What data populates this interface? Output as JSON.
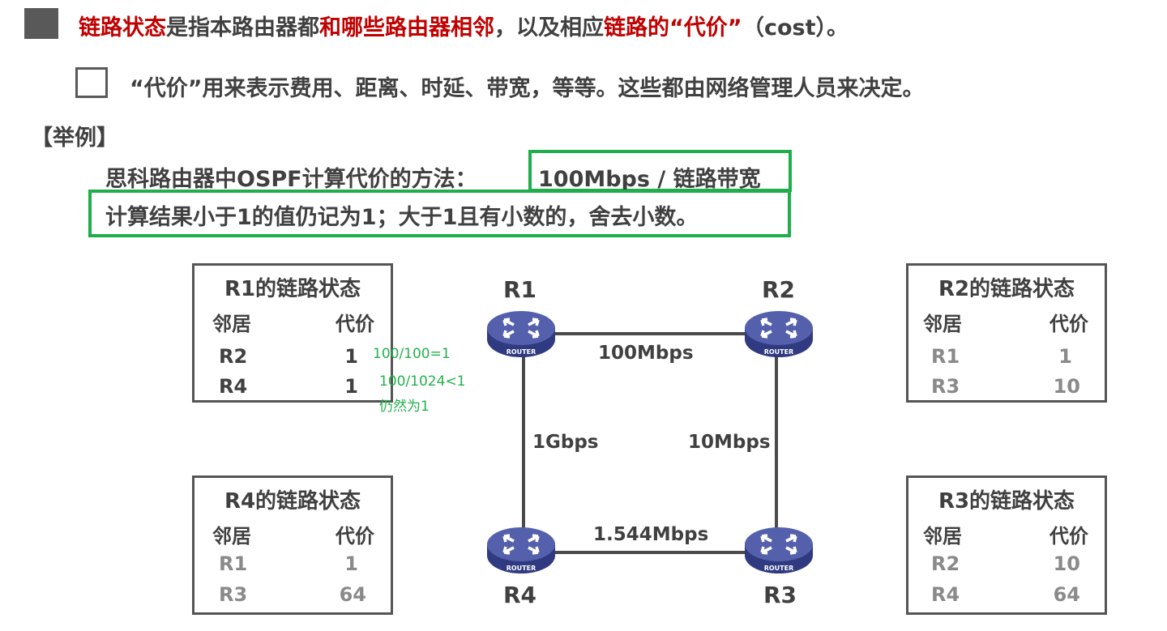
{
  "line1": {
    "p1": "链路状态",
    "p2": "是指本路由器都",
    "p3": "和哪些路由器相邻",
    "p4": "，以及相应",
    "p5": "链路的“代价”",
    "p6": "（cost）。"
  },
  "line2": "“代价”用来表示费用、距离、时延、带宽，等等。这些都由网络管理人员来决定。",
  "example_label": "【举例】",
  "method_prefix": "思科路由器中OSPF计算代价的方法：",
  "method_formula": "100Mbps / 链路带宽",
  "method_rule": "计算结果小于1的值仍记为1；大于1且有小数的，舍去小数。",
  "tables": [
    {
      "title": "R1的链路状态",
      "col1": "邻居",
      "col2": "代价",
      "rows": [
        [
          "R2",
          "1"
        ],
        [
          "R4",
          "1"
        ]
      ]
    },
    {
      "title": "R2的链路状态",
      "col1": "邻居",
      "col2": "代价",
      "rows": [
        [
          "R1",
          "1"
        ],
        [
          "R3",
          "10"
        ]
      ]
    },
    {
      "title": "R4的链路状态",
      "col1": "邻居",
      "col2": "代价",
      "rows": [
        [
          "R1",
          "1"
        ],
        [
          "R3",
          "64"
        ]
      ]
    },
    {
      "title": "R3的链路状态",
      "col1": "邻居",
      "col2": "代价",
      "rows": [
        [
          "R2",
          "10"
        ],
        [
          "R4",
          "64"
        ]
      ]
    }
  ],
  "notes": [
    "100/100=1",
    "100/1024<1",
    "仍然为1"
  ],
  "routers": {
    "r1": "R1",
    "r2": "R2",
    "r3": "R3",
    "r4": "R4",
    "badge": "ROUTER"
  },
  "links": {
    "r1_r2": "100Mbps",
    "r1_r4": "1Gbps",
    "r2_r3": "10Mbps",
    "r4_r3": "1.544Mbps"
  },
  "colors": {
    "red": "#c00000",
    "green": "#1fae4b",
    "router": "#4a56a6"
  }
}
